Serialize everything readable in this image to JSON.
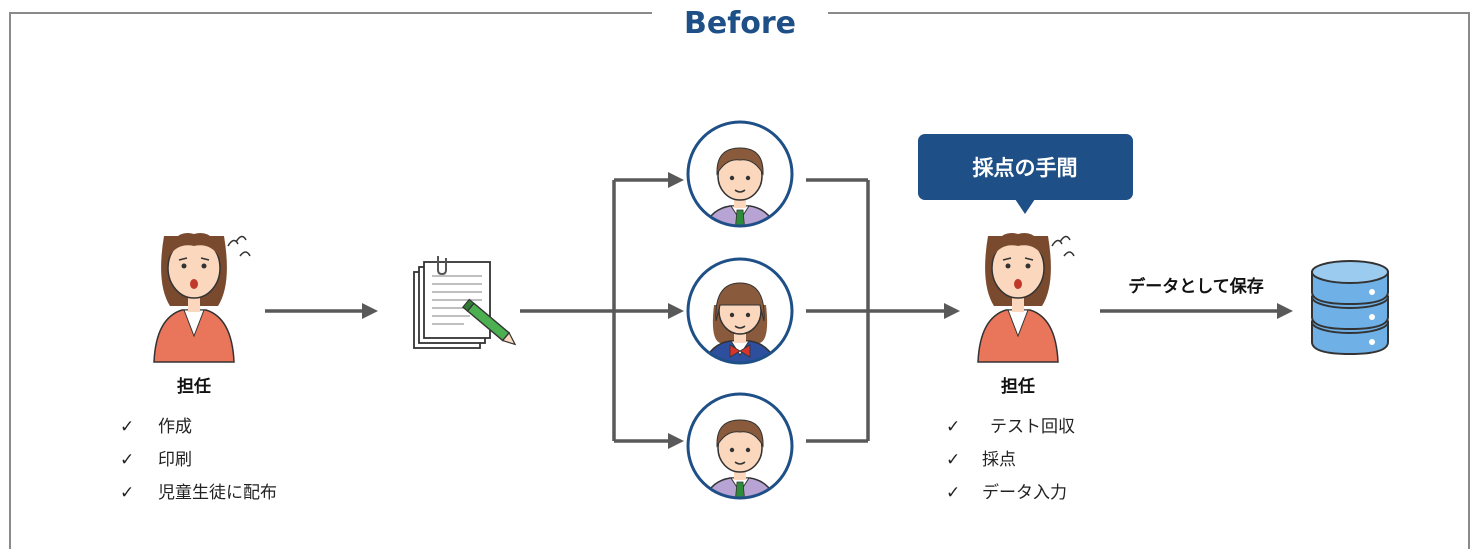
{
  "title": "Before",
  "colors": {
    "title": "#1e4f86",
    "bubble": "#1e4f86",
    "arrow": "#595959",
    "frame": "#8a8a8a",
    "jacket": "#e9765a",
    "hair": "#7a4a2e",
    "database": "#6fb0e6"
  },
  "teacher_left": {
    "label": "担任",
    "tasks": [
      "作成",
      "印刷",
      "児童生徒に配布"
    ]
  },
  "bubble": {
    "text": "採点の手間"
  },
  "teacher_right": {
    "label": "担任",
    "tasks": [
      "テスト回収",
      "採点",
      "データ入力"
    ]
  },
  "save_label": "データとして保存",
  "check_mark": "✓",
  "icons": {
    "teacher": "worried-teacher-icon",
    "paper": "test-paper-icon",
    "student_boy": "student-boy-icon",
    "student_girl": "student-girl-icon",
    "database": "database-icon"
  }
}
